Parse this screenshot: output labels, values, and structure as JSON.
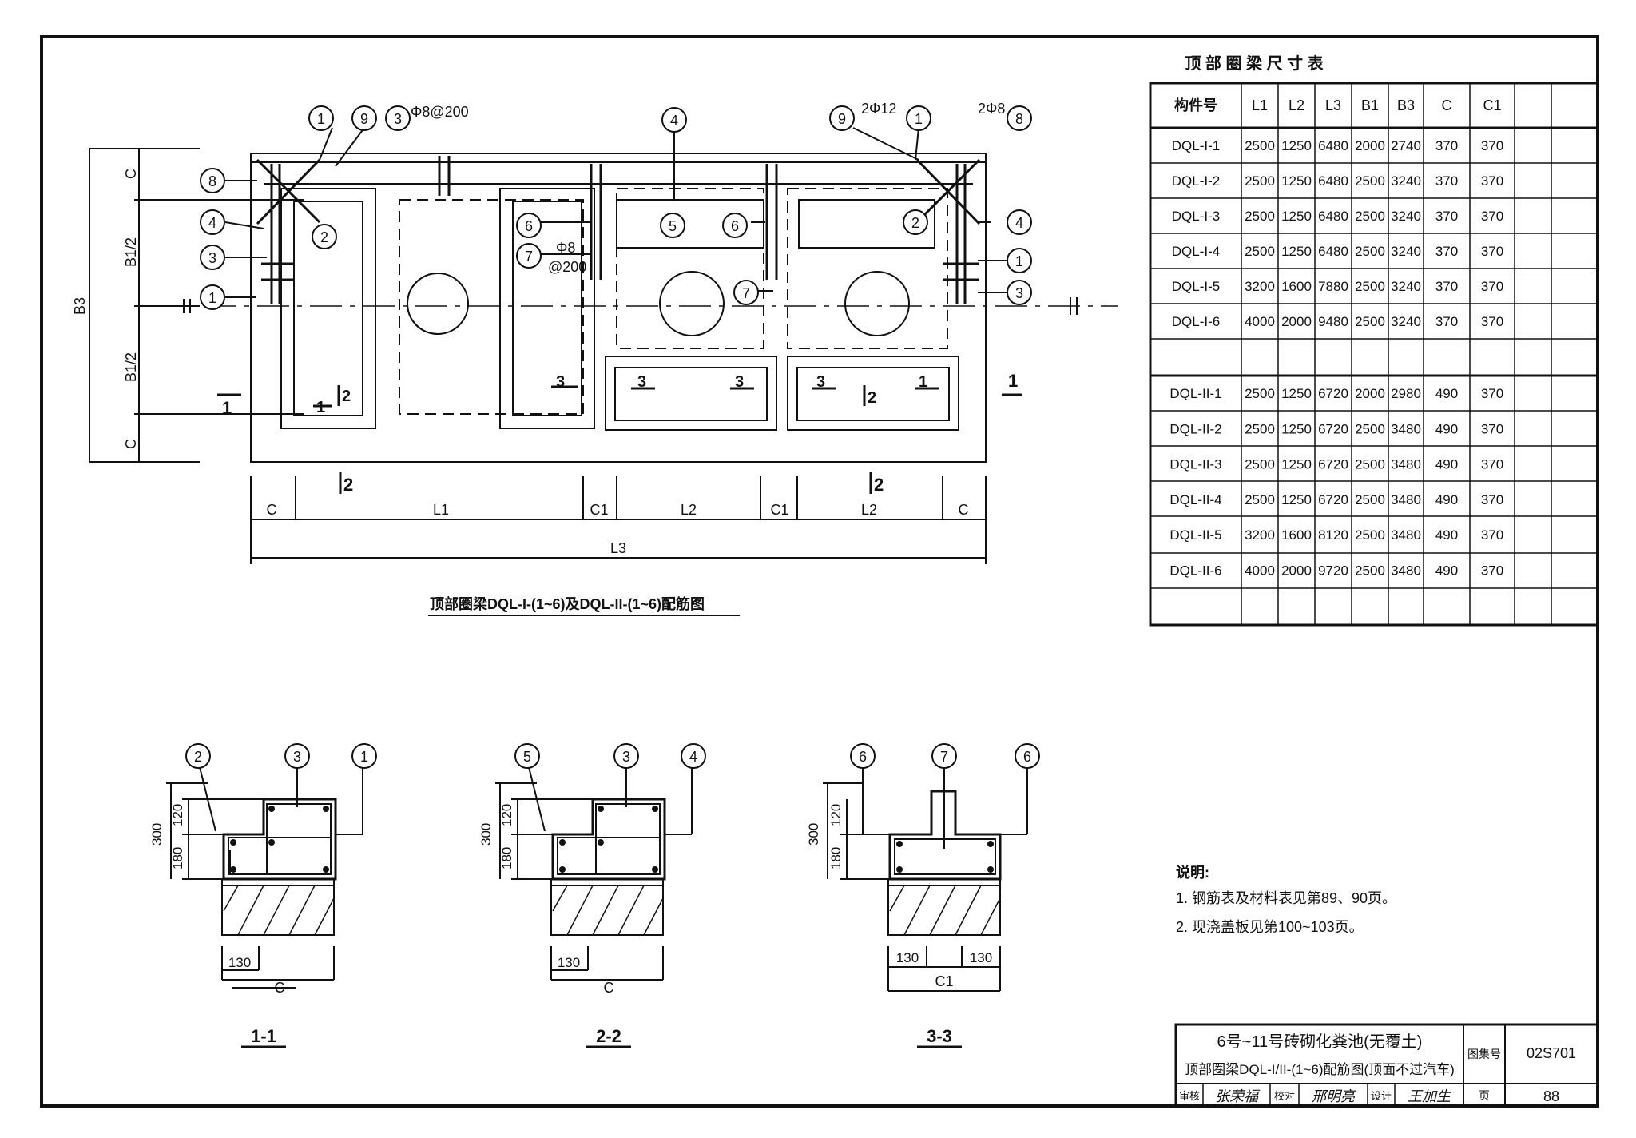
{
  "main_plan": {
    "caption": "顶部圈梁DQL-I-(1~6)及DQL-II-(1~6)配筋图",
    "dim_labels": {
      "C": "C",
      "C1": "C1",
      "L1": "L1",
      "L2": "L2",
      "L3": "L3",
      "B3": "B3",
      "B1_half": "B1/2"
    },
    "rebar_notes": {
      "top_left": "Φ8@200",
      "top_right_a": "2Φ12",
      "top_right_b": "2Φ8",
      "mid_a": "Φ8",
      "mid_b": "@200"
    },
    "section_marks": {
      "s1": "1",
      "s2": "2",
      "s3": "3"
    },
    "bubbles": [
      "1",
      "2",
      "3",
      "4",
      "5",
      "6",
      "7",
      "8",
      "9"
    ]
  },
  "size_table": {
    "title": "顶 部 圈 梁 尺 寸 表",
    "headers": [
      "构件号",
      "L1",
      "L2",
      "L3",
      "B1",
      "B3",
      "C",
      "C1"
    ],
    "rows_I": [
      [
        "DQL-I-1",
        "2500",
        "1250",
        "6480",
        "2000",
        "2740",
        "370",
        "370"
      ],
      [
        "DQL-I-2",
        "2500",
        "1250",
        "6480",
        "2500",
        "3240",
        "370",
        "370"
      ],
      [
        "DQL-I-3",
        "2500",
        "1250",
        "6480",
        "2500",
        "3240",
        "370",
        "370"
      ],
      [
        "DQL-I-4",
        "2500",
        "1250",
        "6480",
        "2500",
        "3240",
        "370",
        "370"
      ],
      [
        "DQL-I-5",
        "3200",
        "1600",
        "7880",
        "2500",
        "3240",
        "370",
        "370"
      ],
      [
        "DQL-I-6",
        "4000",
        "2000",
        "9480",
        "2500",
        "3240",
        "370",
        "370"
      ]
    ],
    "rows_II": [
      [
        "DQL-II-1",
        "2500",
        "1250",
        "6720",
        "2000",
        "2980",
        "490",
        "370"
      ],
      [
        "DQL-II-2",
        "2500",
        "1250",
        "6720",
        "2500",
        "3480",
        "490",
        "370"
      ],
      [
        "DQL-II-3",
        "2500",
        "1250",
        "6720",
        "2500",
        "3480",
        "490",
        "370"
      ],
      [
        "DQL-II-4",
        "2500",
        "1250",
        "6720",
        "2500",
        "3480",
        "490",
        "370"
      ],
      [
        "DQL-II-5",
        "3200",
        "1600",
        "8120",
        "2500",
        "3480",
        "490",
        "370"
      ],
      [
        "DQL-II-6",
        "4000",
        "2000",
        "9720",
        "2500",
        "3480",
        "490",
        "370"
      ]
    ]
  },
  "sections": [
    {
      "label": "1-1",
      "bubbles": [
        "2",
        "3",
        "1"
      ],
      "dims": {
        "d300": "300",
        "d120": "120",
        "d180": "180",
        "d130": "130",
        "base": "C"
      }
    },
    {
      "label": "2-2",
      "bubbles": [
        "5",
        "3",
        "4"
      ],
      "dims": {
        "d300": "300",
        "d120": "120",
        "d180": "180",
        "d130": "130",
        "base": "C"
      }
    },
    {
      "label": "3-3",
      "bubbles": [
        "6",
        "7",
        "6"
      ],
      "dims": {
        "d300": "300",
        "d120": "120",
        "d180": "180",
        "d130a": "130",
        "d130b": "130",
        "base": "C1"
      }
    }
  ],
  "notes": {
    "heading": "说明:",
    "items": [
      "1. 钢筋表及材料表见第89、90页。",
      "2. 现浇盖板见第100~103页。"
    ]
  },
  "title_block": {
    "line1": "6号~11号砖砌化粪池(无覆土)",
    "line2": "顶部圈梁DQL-I/II-(1~6)配筋图(顶面不过汽车)",
    "atlas_label": "图集号",
    "atlas_no": "02S701",
    "review_label": "审核",
    "review_sig": "张荣福",
    "check_label": "校对",
    "check_sig": "邢明亮",
    "design_label": "设计",
    "design_sig": "王加生",
    "page_label": "页",
    "page_no": "88"
  }
}
